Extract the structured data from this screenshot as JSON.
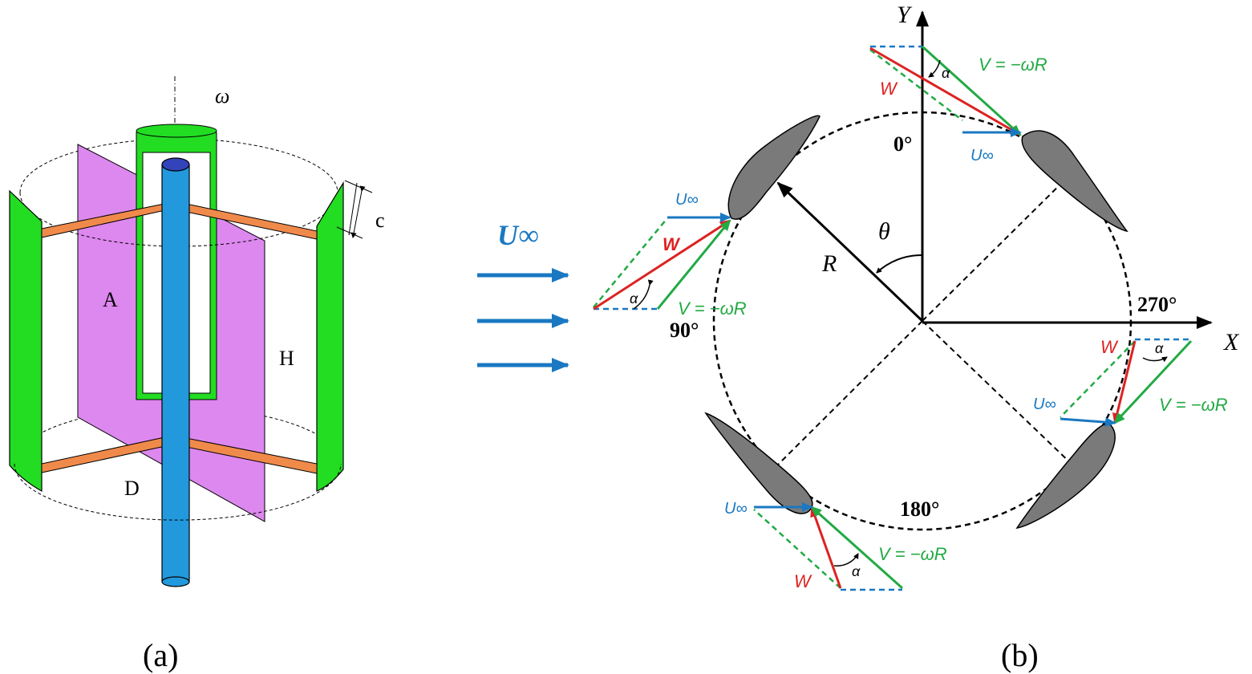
{
  "panel_a": {
    "caption": "(a)",
    "labels": {
      "omega": "ω",
      "c": "c",
      "A": "A",
      "H": "H",
      "D": "D"
    }
  },
  "panel_b": {
    "caption": "(b)",
    "freestream_label": "U∞",
    "axes": {
      "x": "X",
      "y": "Y"
    },
    "radius_label": "R",
    "angle_label": "θ",
    "azimuths": {
      "a0": "0°",
      "a90": "90°",
      "a180": "180°",
      "a270": "270°"
    },
    "vector_labels": {
      "w": "W",
      "u": "U∞",
      "v": "V = −ωR",
      "alpha": "α"
    }
  },
  "colors": {
    "blade_green": "#22dd22",
    "plane_magenta": "#dd88ee",
    "shaft_blue": "#2299dd",
    "arm_orange": "#f08a4b",
    "airfoil_gray": "#7a7a7a",
    "vec_red": "#dd2222",
    "vec_green": "#22aa44",
    "vec_blue": "#1a78c2"
  }
}
